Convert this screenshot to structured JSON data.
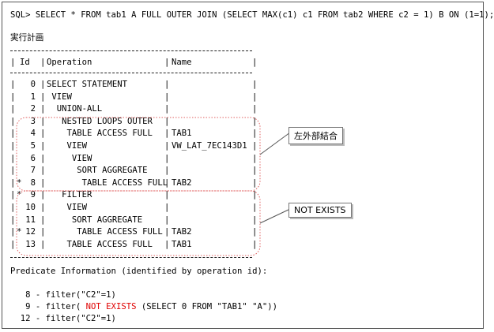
{
  "sql_line": "SQL> SELECT * FROM tab1 A FULL OUTER JOIN (SELECT MAX(c1) c1 FROM tab2 WHERE c2 = 1) B ON (1=1);",
  "plan_title": "実行計画",
  "headers": {
    "id": "Id",
    "operation": "Operation",
    "name": "Name"
  },
  "plan_rows": [
    {
      "star": "",
      "id": "0",
      "op": "SELECT STATEMENT",
      "name": ""
    },
    {
      "star": "",
      "id": "1",
      "op": " VIEW",
      "name": ""
    },
    {
      "star": "",
      "id": "2",
      "op": "  UNION-ALL",
      "name": ""
    },
    {
      "star": "",
      "id": "3",
      "op": "   NESTED LOOPS OUTER",
      "name": ""
    },
    {
      "star": "",
      "id": "4",
      "op": "    TABLE ACCESS FULL",
      "name": "TAB1"
    },
    {
      "star": "",
      "id": "5",
      "op": "    VIEW",
      "name": "VW_LAT_7EC143D1"
    },
    {
      "star": "",
      "id": "6",
      "op": "     VIEW",
      "name": ""
    },
    {
      "star": "",
      "id": "7",
      "op": "      SORT AGGREGATE",
      "name": ""
    },
    {
      "star": "*",
      "id": "8",
      "op": "       TABLE ACCESS FULL",
      "name": "TAB2"
    },
    {
      "star": "*",
      "id": "9",
      "op": "   FILTER",
      "name": ""
    },
    {
      "star": "",
      "id": "10",
      "op": "    VIEW",
      "name": ""
    },
    {
      "star": "",
      "id": "11",
      "op": "     SORT AGGREGATE",
      "name": ""
    },
    {
      "star": "*",
      "id": "12",
      "op": "      TABLE ACCESS FULL",
      "name": "TAB2"
    },
    {
      "star": "",
      "id": "13",
      "op": "    TABLE ACCESS FULL",
      "name": "TAB1"
    }
  ],
  "predicate_title": "Predicate Information (identified by operation id):",
  "predicates": {
    "p8": "   8 - filter(\"C2\"=1)",
    "p9_before": "   9 - filter( ",
    "p9_highlight": "NOT EXISTS",
    "p9_after": " (SELECT 0 FROM \"TAB1\" \"A\"))",
    "p12": "  12 - filter(\"C2\"=1)"
  },
  "callouts": {
    "outer_join": "左外部結合",
    "not_exists": "NOT EXISTS"
  },
  "colors": {
    "highlight": "#e00000",
    "dotted_box": "#e06060"
  }
}
